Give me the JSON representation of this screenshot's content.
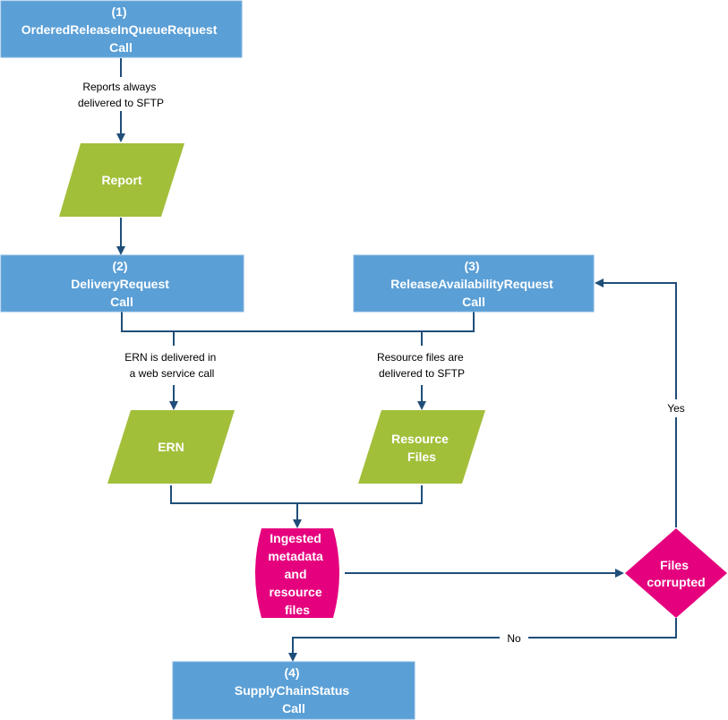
{
  "colors": {
    "process_fill": "#5a9fd6",
    "process_stroke": "#7fb3e0",
    "data_fill": "#a2bf3a",
    "storage_fill": "#e5007e",
    "decision_fill": "#e5007e",
    "connector": "#1f4e79"
  },
  "nodes": {
    "ordered_release": {
      "lines": [
        "(1)",
        "OrderedReleaseInQueueRequest",
        "Call"
      ]
    },
    "report": {
      "lines": [
        "Report"
      ]
    },
    "delivery_request": {
      "lines": [
        "(2)",
        "DeliveryRequest",
        "Call"
      ]
    },
    "release_availability": {
      "lines": [
        "(3)",
        "ReleaseAvailabilityRequest",
        "Call"
      ]
    },
    "ern": {
      "lines": [
        "ERN"
      ]
    },
    "resource_files": {
      "lines": [
        "Resource",
        "Files"
      ]
    },
    "ingested": {
      "lines": [
        "Ingested",
        "metadata",
        "and",
        "resource",
        "files"
      ]
    },
    "files_corrupted": {
      "lines": [
        "Files",
        "corrupted"
      ]
    },
    "supply_chain_status": {
      "lines": [
        "(4)",
        "SupplyChainStatus",
        "Call"
      ]
    }
  },
  "edge_labels": {
    "reports_delivered": [
      "Reports always",
      "delivered to SFTP"
    ],
    "ern_delivered": [
      "ERN is delivered in",
      "a web service call"
    ],
    "resource_delivered": [
      "Resource files are",
      "delivered to SFTP"
    ],
    "yes": [
      "Yes"
    ],
    "no": [
      "No"
    ]
  }
}
